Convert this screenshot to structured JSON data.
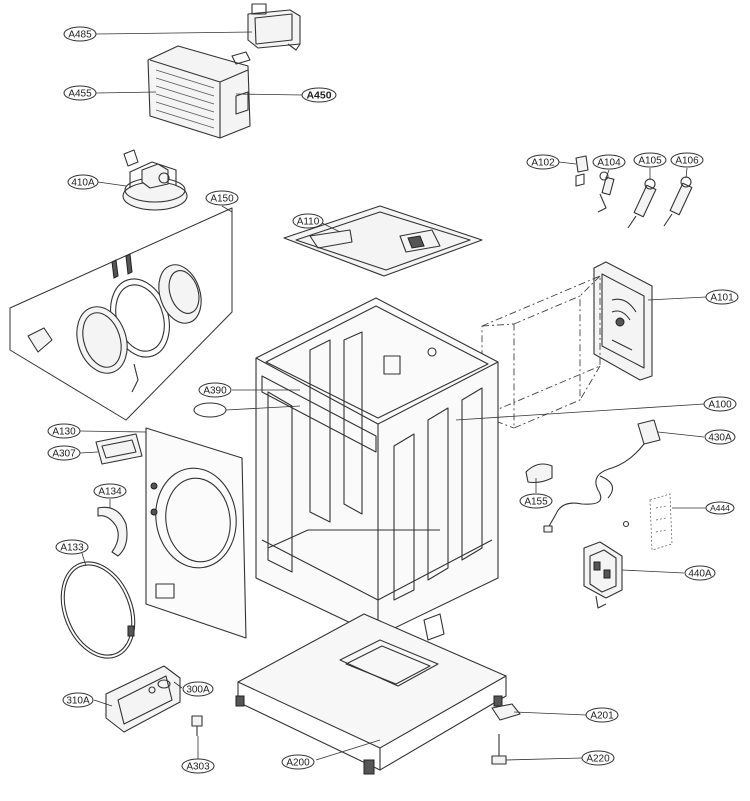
{
  "labels": {
    "A485": "A485",
    "A455": "A455",
    "A450": "A450",
    "A410A": "410A",
    "A150": "A150",
    "A110": "A110",
    "A102": "A102",
    "A104": "A104",
    "A105": "A105",
    "A106": "A106",
    "A101": "A101",
    "A390": "A390",
    "A100": "A100",
    "A130": "A130",
    "A307": "A307",
    "A430A": "430A",
    "A134": "A134",
    "A155": "A155",
    "A444": "A444",
    "A133": "A133",
    "A440A": "440A",
    "A310A": "310A",
    "A300A": "300A",
    "A201": "A201",
    "A303": "A303",
    "A200": "A200",
    "A220": "A220"
  }
}
